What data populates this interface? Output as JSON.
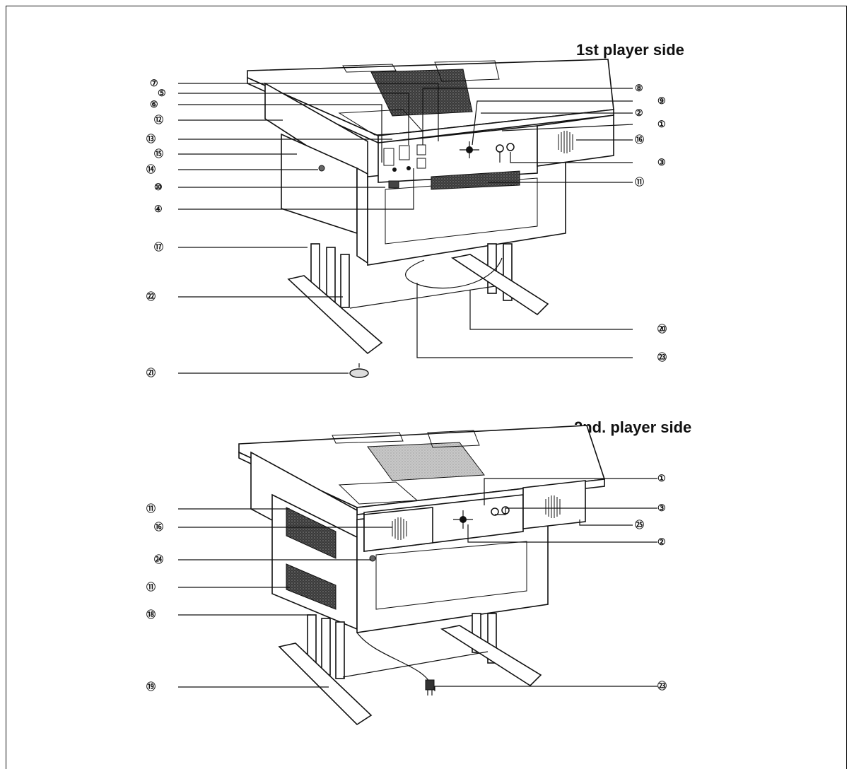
{
  "views": [
    {
      "title": "1st player side"
    },
    {
      "title": "2nd. player side"
    }
  ],
  "callouts_top": [
    "⑦",
    "⑤",
    "⑥",
    "⑫",
    "⑬",
    "⑮",
    "⑭",
    "⑩",
    "④",
    "⑰",
    "㉒",
    "㉑",
    "⑧",
    "⑨",
    "②",
    "①",
    "⑯",
    "③",
    "⑪",
    "⑳",
    "㉓"
  ],
  "callouts_bottom": [
    "⑪",
    "⑯",
    "㉔",
    "⑪",
    "⑱",
    "⑲",
    "①",
    "③",
    "㉕",
    "②",
    "㉓"
  ]
}
